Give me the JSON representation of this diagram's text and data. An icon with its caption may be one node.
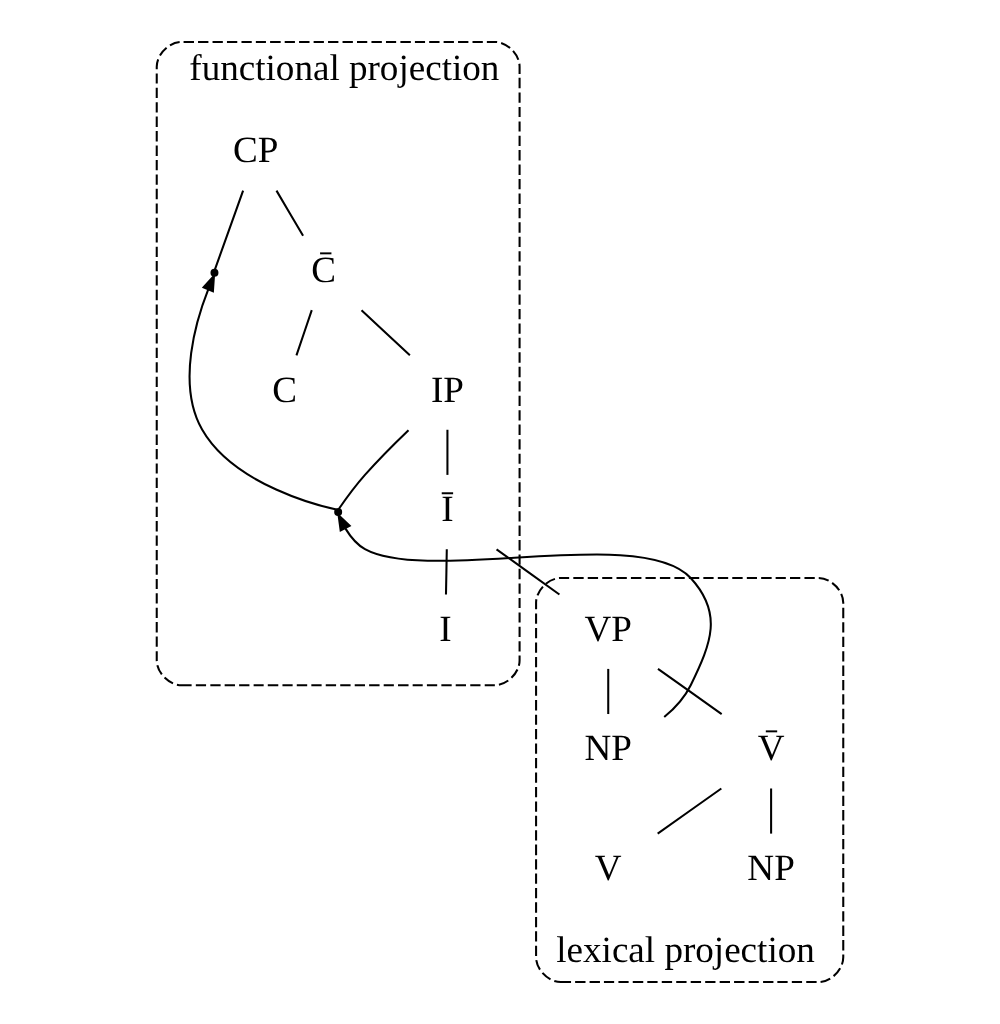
{
  "diagram": {
    "nodes": [
      {
        "text": [
          "functional projection"
        ]
      },
      {
        "text": [
          "CP"
        ],
        "in": 0
      },
      {
        "text": [],
        "shape": "point",
        "in": 0
      },
      {
        "text": [
          "C̄"
        ],
        "in": 0
      },
      {
        "text": [
          "C"
        ],
        "in": 0
      },
      {
        "text": [
          "IP"
        ],
        "in": 0
      },
      {
        "text": [],
        "shape": "point",
        "in": 0
      },
      {
        "text": [
          "Ī"
        ],
        "in": 0
      },
      {
        "text": [
          "I"
        ],
        "in": 0
      },
      {
        "text": [
          "lexical projection"
        ]
      },
      {
        "text": [
          "VP"
        ],
        "in": 9
      },
      {
        "text": [
          "NP"
        ],
        "in": 9
      },
      {
        "text": [
          "V̄"
        ],
        "in": 9
      },
      {
        "text": [
          "V"
        ],
        "in": 9
      },
      {
        "text": [
          "NP"
        ],
        "in": 9
      }
    ],
    "edges": [
      {
        "from": 1,
        "to": 2,
        "arrow": "none"
      },
      {
        "from": 1,
        "to": 3,
        "arrow": "none"
      },
      {
        "from": 3,
        "to": 4,
        "arrow": "none"
      },
      {
        "from": 3,
        "to": 5,
        "arrow": "none"
      },
      {
        "from": 5,
        "to": 6,
        "arrow": "none"
      },
      {
        "from": 5,
        "to": 7,
        "arrow": "none"
      },
      {
        "from": 7,
        "to": 8,
        "arrow": "none"
      },
      {
        "from": 7,
        "to": 10,
        "arrow": "none"
      },
      {
        "from": 10,
        "to": 11,
        "arrow": "none"
      },
      {
        "from": 10,
        "to": 12,
        "arrow": "none"
      },
      {
        "from": 12,
        "to": 13,
        "arrow": "none"
      },
      {
        "from": 12,
        "to": 14,
        "arrow": "none"
      },
      {
        "from": 11,
        "to": 6,
        "arrow": "to"
      },
      {
        "from": 6,
        "to": 2,
        "arrow": "to"
      }
    ]
  }
}
